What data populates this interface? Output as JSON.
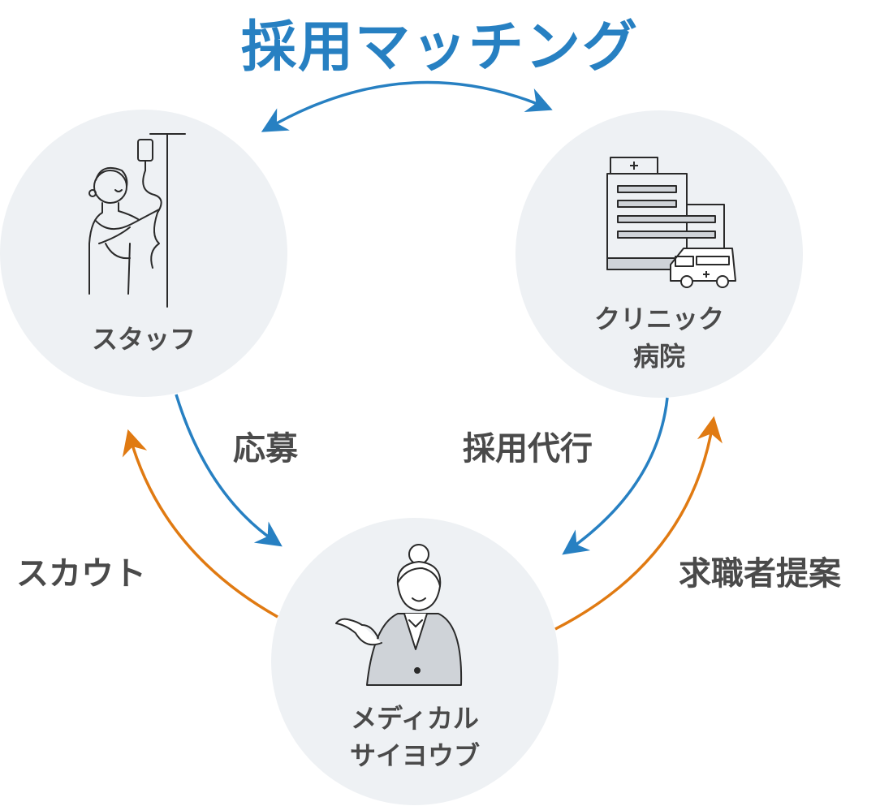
{
  "title": "採用マッチング",
  "colors": {
    "blue": "#2780c2",
    "orange": "#e07a12",
    "circle_fill": "#eef1f4",
    "text": "#4a4a4a"
  },
  "nodes": {
    "staff": {
      "label": "スタッフ",
      "icon": "nurse-iv-drip-icon"
    },
    "clinic": {
      "label_line1": "クリニック",
      "label_line2": "病院",
      "icon": "hospital-ambulance-icon"
    },
    "medical": {
      "label_line1": "メディカル",
      "label_line2": "サイヨウブ",
      "icon": "businesswoman-icon"
    }
  },
  "edges": {
    "apply": "応募",
    "recruit_agency": "採用代行",
    "scout": "スカウト",
    "job_proposal": "求職者提案"
  }
}
